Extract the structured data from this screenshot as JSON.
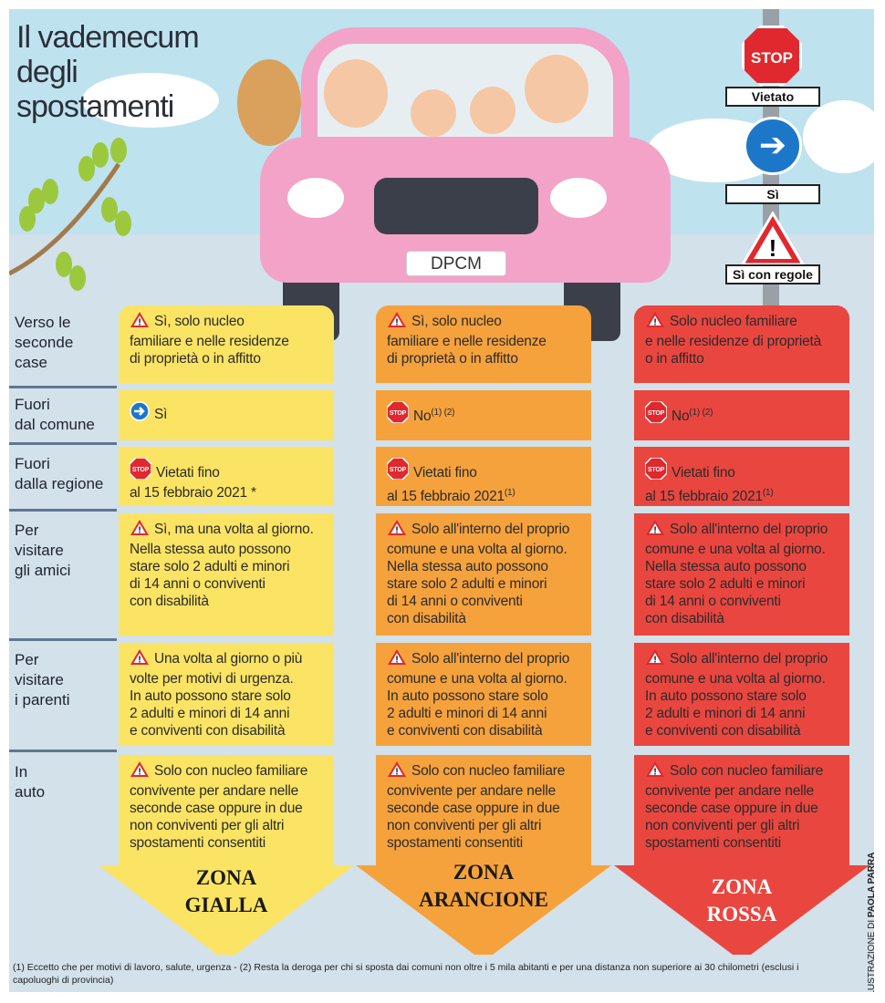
{
  "title": [
    "Il vademecum",
    "degli",
    "spostamenti"
  ],
  "car": {
    "plate": "DPCM"
  },
  "legend": {
    "stop_sign": "STOP",
    "vietato": "Vietato",
    "si": "Sì",
    "si_con_regole": "Sì con regole"
  },
  "colors": {
    "yellow": "#fbe463",
    "orange": "#f6a23c",
    "red": "#ea4640",
    "sky": "#bfe2ef",
    "ground": "#d3e1ea"
  },
  "row_labels": [
    [
      "Verso le",
      "seconde",
      "case"
    ],
    [
      "Fuori",
      "dal comune"
    ],
    [
      "Fuori",
      "dalla regione"
    ],
    [
      "Per",
      "visitare",
      "gli amici"
    ],
    [
      "Per",
      "visitare",
      "i parenti"
    ],
    [
      "In",
      "auto"
    ]
  ],
  "zones": [
    {
      "name": [
        "ZONA",
        "GIALLA"
      ],
      "cells": [
        {
          "icon": "warning-icon",
          "lines": [
            "Sì, solo nucleo",
            "familiare e nelle residenze",
            "di proprietà o in affitto"
          ]
        },
        {
          "icon": "arrow-right-icon",
          "lines": [
            "Sì"
          ]
        },
        {
          "icon": "stop-icon",
          "lines": [
            "Vietati fino",
            "al 15 febbraio 2021 *"
          ]
        },
        {
          "icon": "warning-icon",
          "lines": [
            "Sì, ma una volta al giorno.",
            "Nella stessa auto possono",
            "stare solo 2 adulti e minori",
            "di 14 anni o conviventi",
            "con disabilità"
          ]
        },
        {
          "icon": "warning-icon",
          "lines": [
            "Una volta al giorno o più",
            "volte per motivi di urgenza.",
            "In auto possono stare solo",
            "2 adulti e minori di 14 anni",
            "e conviventi con disabilità"
          ]
        },
        {
          "icon": "warning-icon",
          "lines": [
            "Solo con nucleo familiare",
            "convivente per andare nelle",
            "seconde case oppure in due",
            "non conviventi per gli altri",
            "spostamenti consentiti"
          ]
        }
      ]
    },
    {
      "name": [
        "ZONA",
        "ARANCIONE"
      ],
      "cells": [
        {
          "icon": "warning-icon",
          "lines": [
            "Sì, solo nucleo",
            "familiare e nelle residenze",
            "di proprietà o in affitto"
          ]
        },
        {
          "icon": "stop-icon",
          "lines": [
            "No"
          ],
          "sup": "(1) (2)"
        },
        {
          "icon": "stop-icon",
          "lines": [
            "Vietati fino",
            "al 15 febbraio 2021"
          ],
          "sup": "(1)"
        },
        {
          "icon": "warning-icon",
          "lines": [
            "Solo all'interno del proprio",
            "comune e una volta al giorno.",
            "Nella stessa auto possono",
            "stare solo 2 adulti e minori",
            "di 14 anni o conviventi",
            "con disabilità"
          ]
        },
        {
          "icon": "warning-icon",
          "lines": [
            "Solo all'interno del proprio",
            "comune e una volta al giorno.",
            "In auto possono stare solo",
            "2 adulti e minori di 14 anni",
            "e conviventi con disabilità"
          ]
        },
        {
          "icon": "warning-icon",
          "lines": [
            "Solo con nucleo familiare",
            "convivente per andare nelle",
            "seconde case oppure in due",
            "non conviventi per gli altri",
            "spostamenti consentiti"
          ]
        }
      ]
    },
    {
      "name": [
        "ZONA",
        "ROSSA"
      ],
      "cells": [
        {
          "icon": "warning-icon",
          "lines": [
            "Solo nucleo familiare",
            "e nelle residenze di proprietà",
            "o in affitto"
          ]
        },
        {
          "icon": "stop-icon",
          "lines": [
            "No"
          ],
          "sup": "(1) (2)"
        },
        {
          "icon": "stop-icon",
          "lines": [
            "Vietati fino",
            "al 15 febbraio 2021"
          ],
          "sup": "(1)"
        },
        {
          "icon": "warning-icon",
          "lines": [
            "Solo all'interno del proprio",
            "comune e una volta al giorno.",
            "Nella stessa auto possono",
            "stare solo 2 adulti e minori",
            "di 14 anni o conviventi",
            "con disabilità"
          ]
        },
        {
          "icon": "warning-icon",
          "lines": [
            "Solo all'interno del proprio",
            "comune e una volta al giorno.",
            "In auto possono stare solo",
            "2 adulti e minori di 14 anni",
            "e conviventi con disabilità"
          ]
        },
        {
          "icon": "warning-icon",
          "lines": [
            "Solo con nucleo familiare",
            "convivente per andare nelle",
            "seconde case oppure in due",
            "non conviventi per gli altri",
            "spostamenti consentiti"
          ]
        }
      ]
    }
  ],
  "footnote": "(1) Eccetto che per motivi di lavoro, salute, urgenza - (2) Resta la deroga per chi si sposta dai comuni non oltre i 5 mila abitanti e per una distanza non superiore ai 30 chilometri (esclusi i capoluoghi di provincia)",
  "credit": {
    "prefix": "ILLUSTRAZIONE DI ",
    "name": "PAOLA PARRA"
  }
}
